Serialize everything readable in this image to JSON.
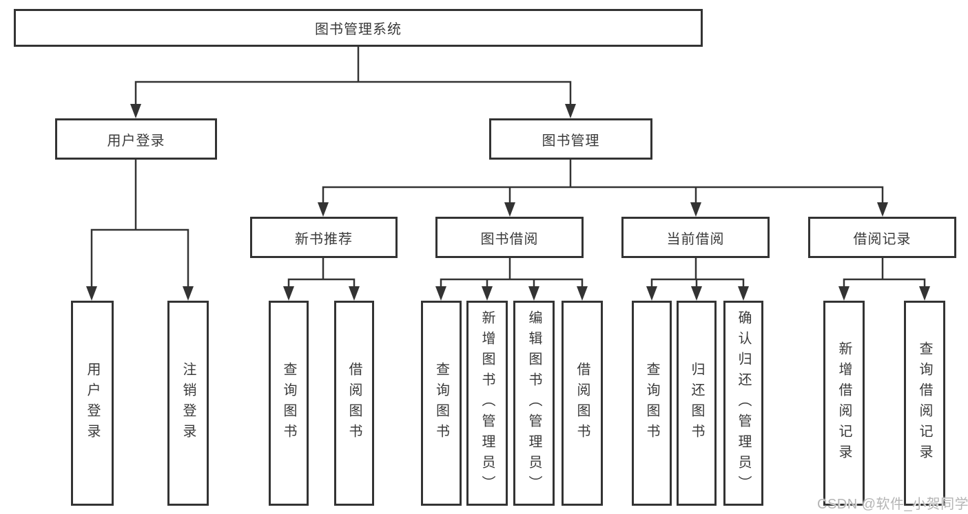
{
  "diagram": {
    "title": "图书管理系统",
    "tree": {
      "root": {
        "label": "图书管理系统",
        "children": [
          {
            "label": "用户登录",
            "children": [
              {
                "label": "用户登录"
              },
              {
                "label": "注销登录"
              }
            ]
          },
          {
            "label": "图书管理",
            "children": [
              {
                "label": "新书推荐",
                "children": [
                  {
                    "label": "查询图书"
                  },
                  {
                    "label": "借阅图书"
                  }
                ]
              },
              {
                "label": "图书借阅",
                "children": [
                  {
                    "label": "查询图书"
                  },
                  {
                    "label": "新增图书（管理员）"
                  },
                  {
                    "label": "编辑图书（管理员）"
                  },
                  {
                    "label": "借阅图书"
                  }
                ]
              },
              {
                "label": "当前借阅",
                "children": [
                  {
                    "label": "查询图书"
                  },
                  {
                    "label": "归还图书"
                  },
                  {
                    "label": "确认归还（管理员）"
                  }
                ]
              },
              {
                "label": "借阅记录",
                "children": [
                  {
                    "label": "新增借阅记录"
                  },
                  {
                    "label": "查询借阅记录"
                  }
                ]
              }
            ]
          }
        ]
      }
    },
    "colors": {
      "line": "#333333",
      "box_border": "#333333",
      "text": "#3a3a3a",
      "background": "#ffffff",
      "watermark": "#b5b5b5"
    }
  },
  "watermark": {
    "text": "CSDN @软件_小贺同学"
  }
}
